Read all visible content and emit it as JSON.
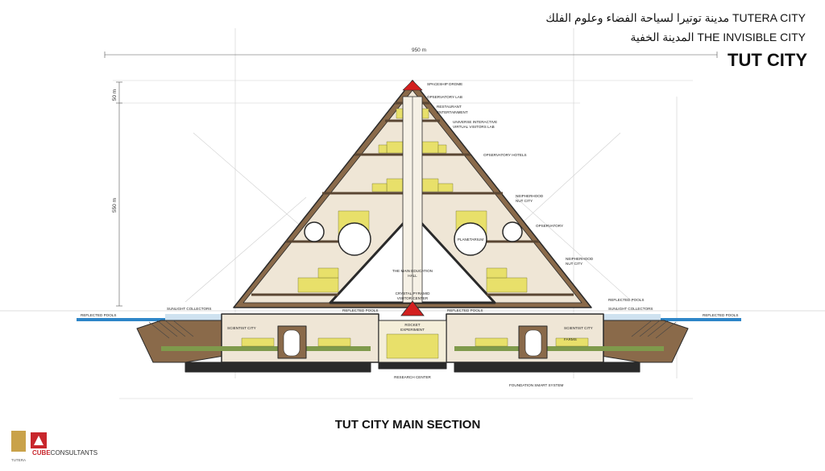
{
  "header": {
    "line1_arabic": "مدينة توتيرا لسياحة الفضاء وعلوم الفلك",
    "line1_latin": "TUTERA CITY",
    "line2_latin": "THE INVISIBLE CITY",
    "line2_arabic": "المدينة الخفية",
    "title": "TUT CITY"
  },
  "caption": "TUT CITY MAIN SECTION",
  "dimensions": {
    "width": "950 m",
    "top_height": "50 m",
    "body_height": "550 m"
  },
  "labels": {
    "spaceship_drome": "SPACESHIP DROME",
    "observatory_lab": "OPSERVATORY LAB",
    "restaurant": "RESTAURANT",
    "entertainment": "ENTERTAINMENT",
    "universe_lab_1": "UNIVERSE INTERACTIVE",
    "universe_lab_2": "VIRTUAL VISITORS LAB",
    "observatory_hotels": "OPSERVATORY HOTELS",
    "neighborhood_1a": "NEIPHERHOOD",
    "neighborhood_1b": "NUT CITY",
    "observatory": "OPSERVATORY",
    "neighborhood_2a": "NEIPHERHOOD",
    "neighborhood_2b": "NUT CITY",
    "planetarium": "PLANETARIUM",
    "main_hall_1": "THE MAIN EDUCATION",
    "main_hall_2": "HALL",
    "crystal_1": "CRYSTAL PYRAMID",
    "crystal_2": "VISITOR CENTER",
    "rocket_1": "ROCKET",
    "rocket_2": "EXPERIMENT",
    "reflected_pools_left_outer": "REFLECTED POOLS",
    "sunlight_collectors_left": "SUNLIGHT COLLECTORS",
    "reflected_pools_left_inner": "REFLECTED POOLS",
    "reflected_pools_right_inner": "REFLECTED POOLS",
    "reflected_pools_right_upper": "REFLECTED POOLS",
    "sunlight_collectors_right": "SUNLIGHT COLLECTORS",
    "reflected_pools_right_outer": "REFLECTED POOLS",
    "scientist_city_left": "SCIENTIST CITY",
    "scientist_city_right": "SCIENTIST CITY",
    "farms": "FARMS",
    "research_center": "RESEARCH CENTER",
    "foundation": "FOUNDATION SMART SYSTEM"
  },
  "brand": {
    "name_bold": "CUBE",
    "name_rest": "CONSULTANTS",
    "mark": "TUTERA"
  },
  "colors": {
    "frame": "#2a2a2a",
    "slab": "#8a6a4a",
    "terrace": "#e8e06a",
    "interior": "#efe6d6",
    "green": "#7f9a4c",
    "water": "#2e86c8",
    "accent": "#d3201f"
  }
}
